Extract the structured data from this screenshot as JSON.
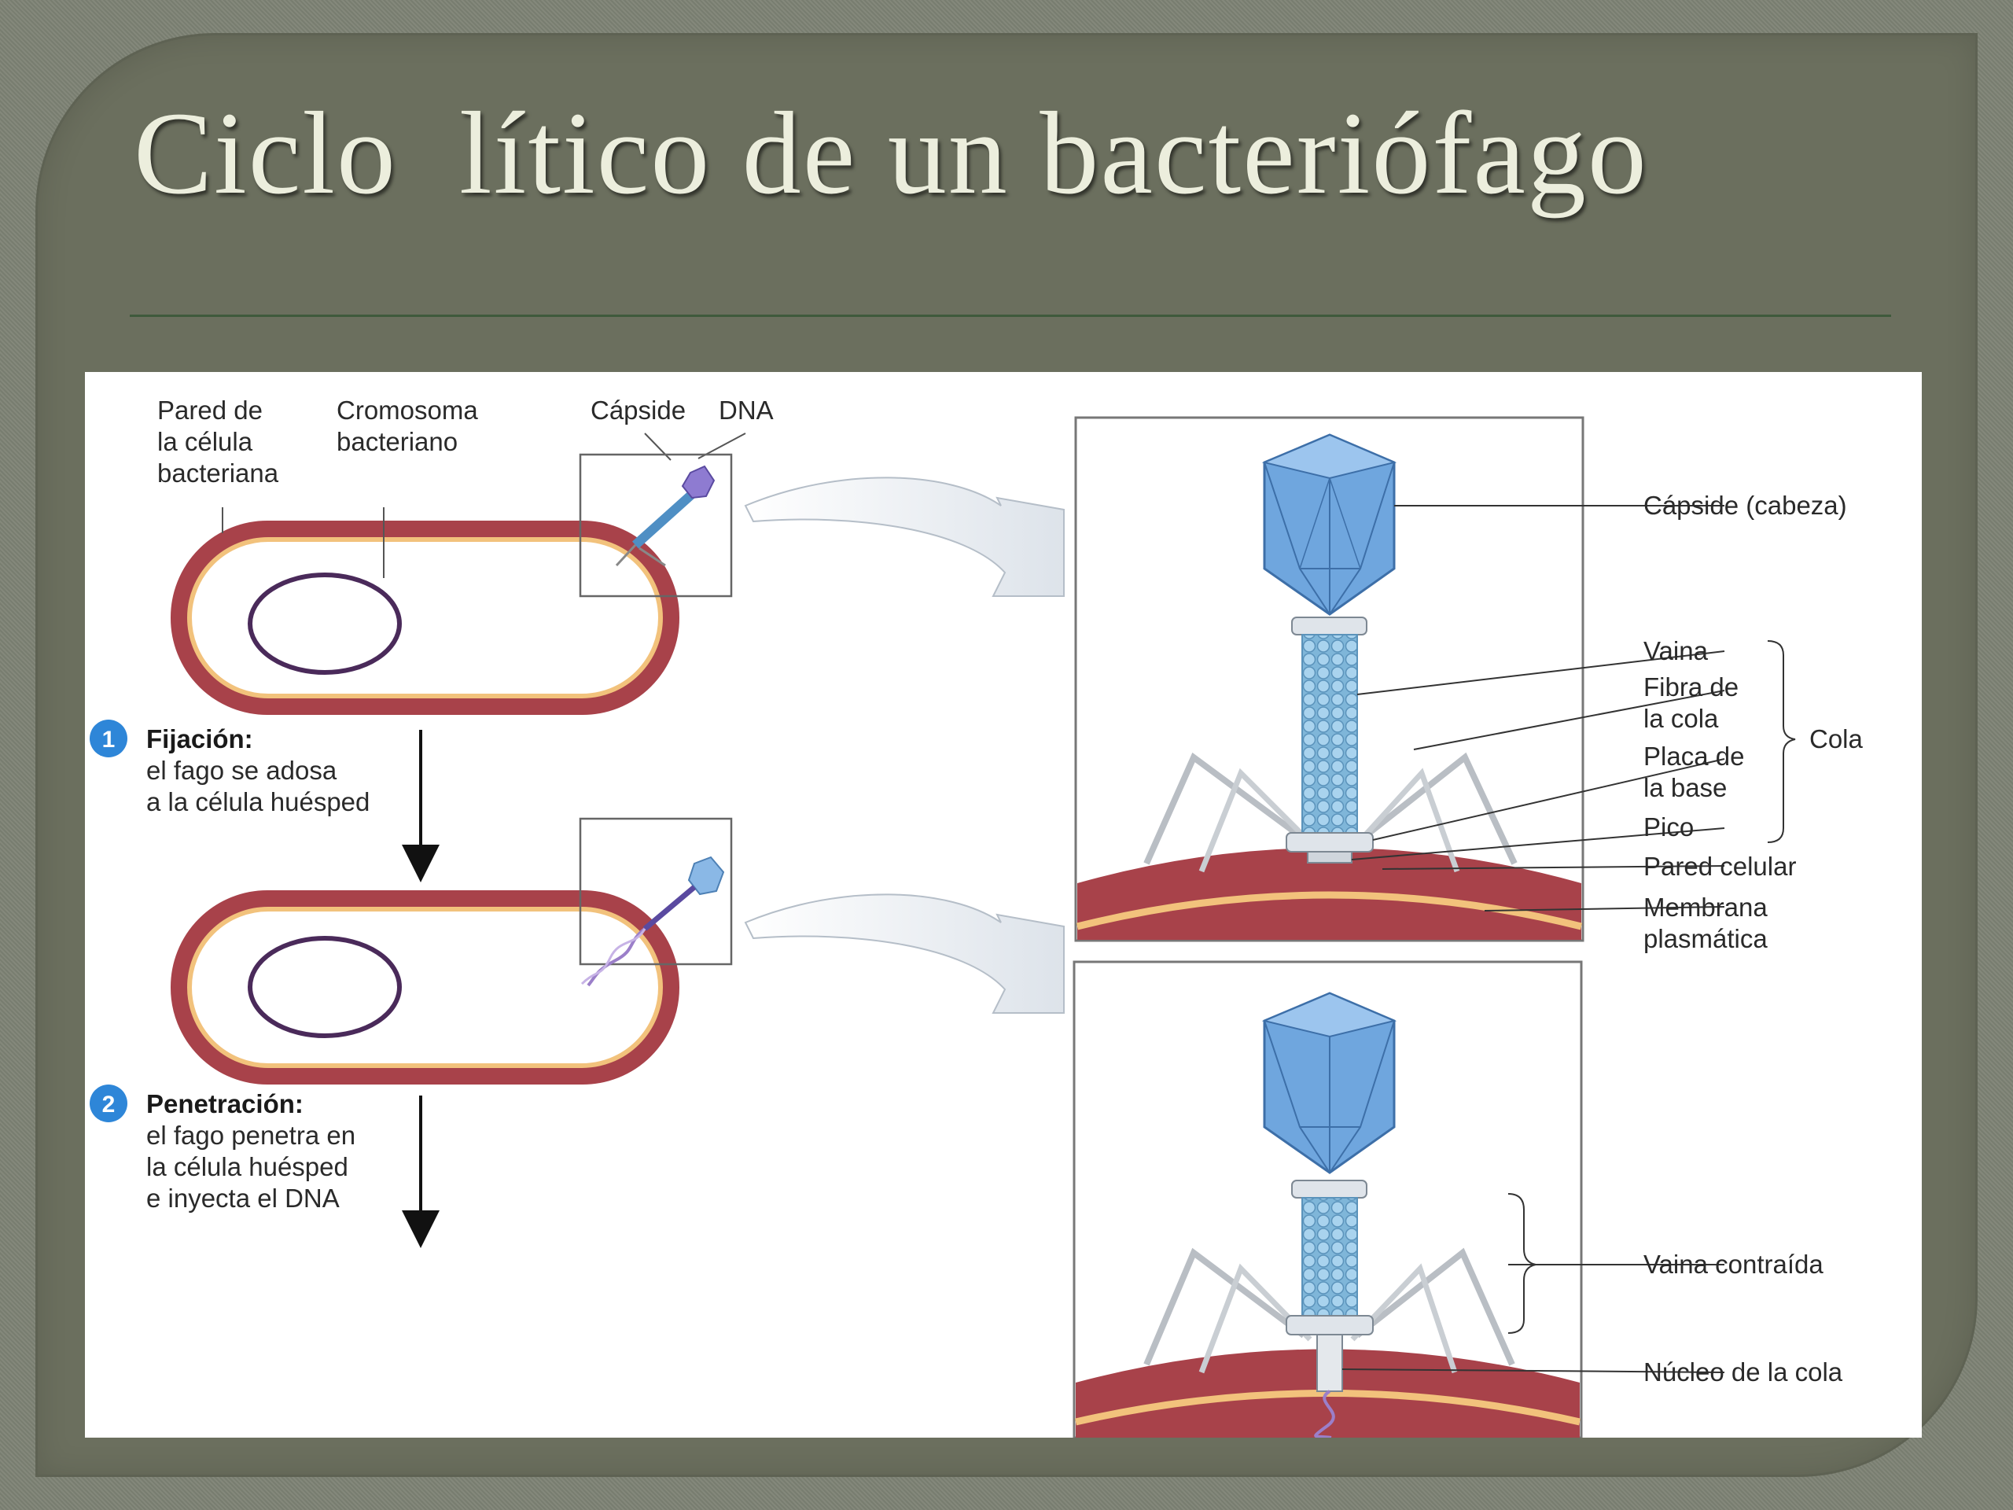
{
  "slide": {
    "title": "Ciclo  lítico de un bacteriófago"
  },
  "figure": {
    "cell_labels": {
      "wall": [
        "Pared de",
        "la célula",
        "bacteriana"
      ],
      "chromosome": [
        "Cromosoma",
        "bacteriano"
      ],
      "capsid": "Cápside",
      "dna": "DNA"
    },
    "steps": [
      {
        "number": "1",
        "title": "Fijación:",
        "lines": [
          "el fago se adosa",
          "a la célula huésped"
        ]
      },
      {
        "number": "2",
        "title": "Penetración:",
        "lines": [
          "el fago penetra en",
          "la célula huésped",
          "e inyecta el DNA"
        ]
      }
    ],
    "phage_labels": {
      "capsid_head": "Cápside (cabeza)",
      "sheath": "Vaina",
      "tail_fiber": [
        "Fibra de",
        "la cola"
      ],
      "base_plate": [
        "Placa de",
        "la base"
      ],
      "spike": "Pico",
      "tail_group": "Cola",
      "cell_wall": "Pared celular",
      "membrane": [
        "Membrana",
        "plasmática"
      ],
      "contracted_sheath": "Vaina contraída",
      "tail_core": "Núcleo de la cola"
    }
  }
}
